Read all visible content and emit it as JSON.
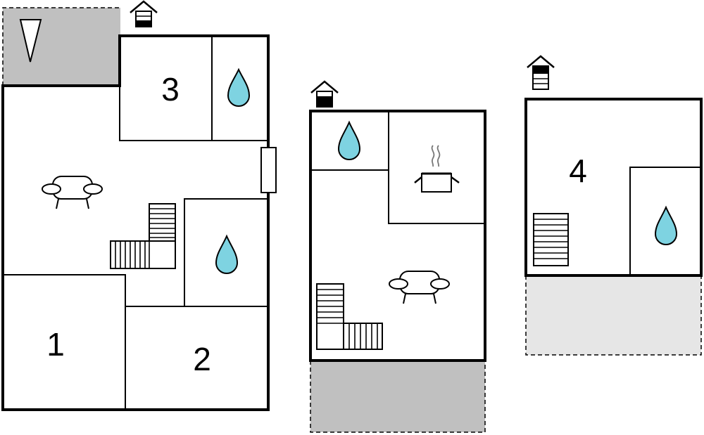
{
  "colors": {
    "wall": "#000000",
    "terrace_dark": "#c0c0c0",
    "terrace_light": "#e6e6e6",
    "water_drop": "#7ed3e1",
    "background": "#ffffff"
  },
  "rooms": [
    {
      "label": "3"
    },
    {
      "label": "1"
    },
    {
      "label": "2"
    },
    {
      "label": "4"
    }
  ],
  "icons": [
    "house-floor-ground-icon",
    "house-floor-middle-icon",
    "house-floor-upper-icon",
    "sofa-icon",
    "water-drop-icon",
    "cooking-pot-icon",
    "stairs-icon",
    "terrace-area",
    "tent-icon"
  ]
}
